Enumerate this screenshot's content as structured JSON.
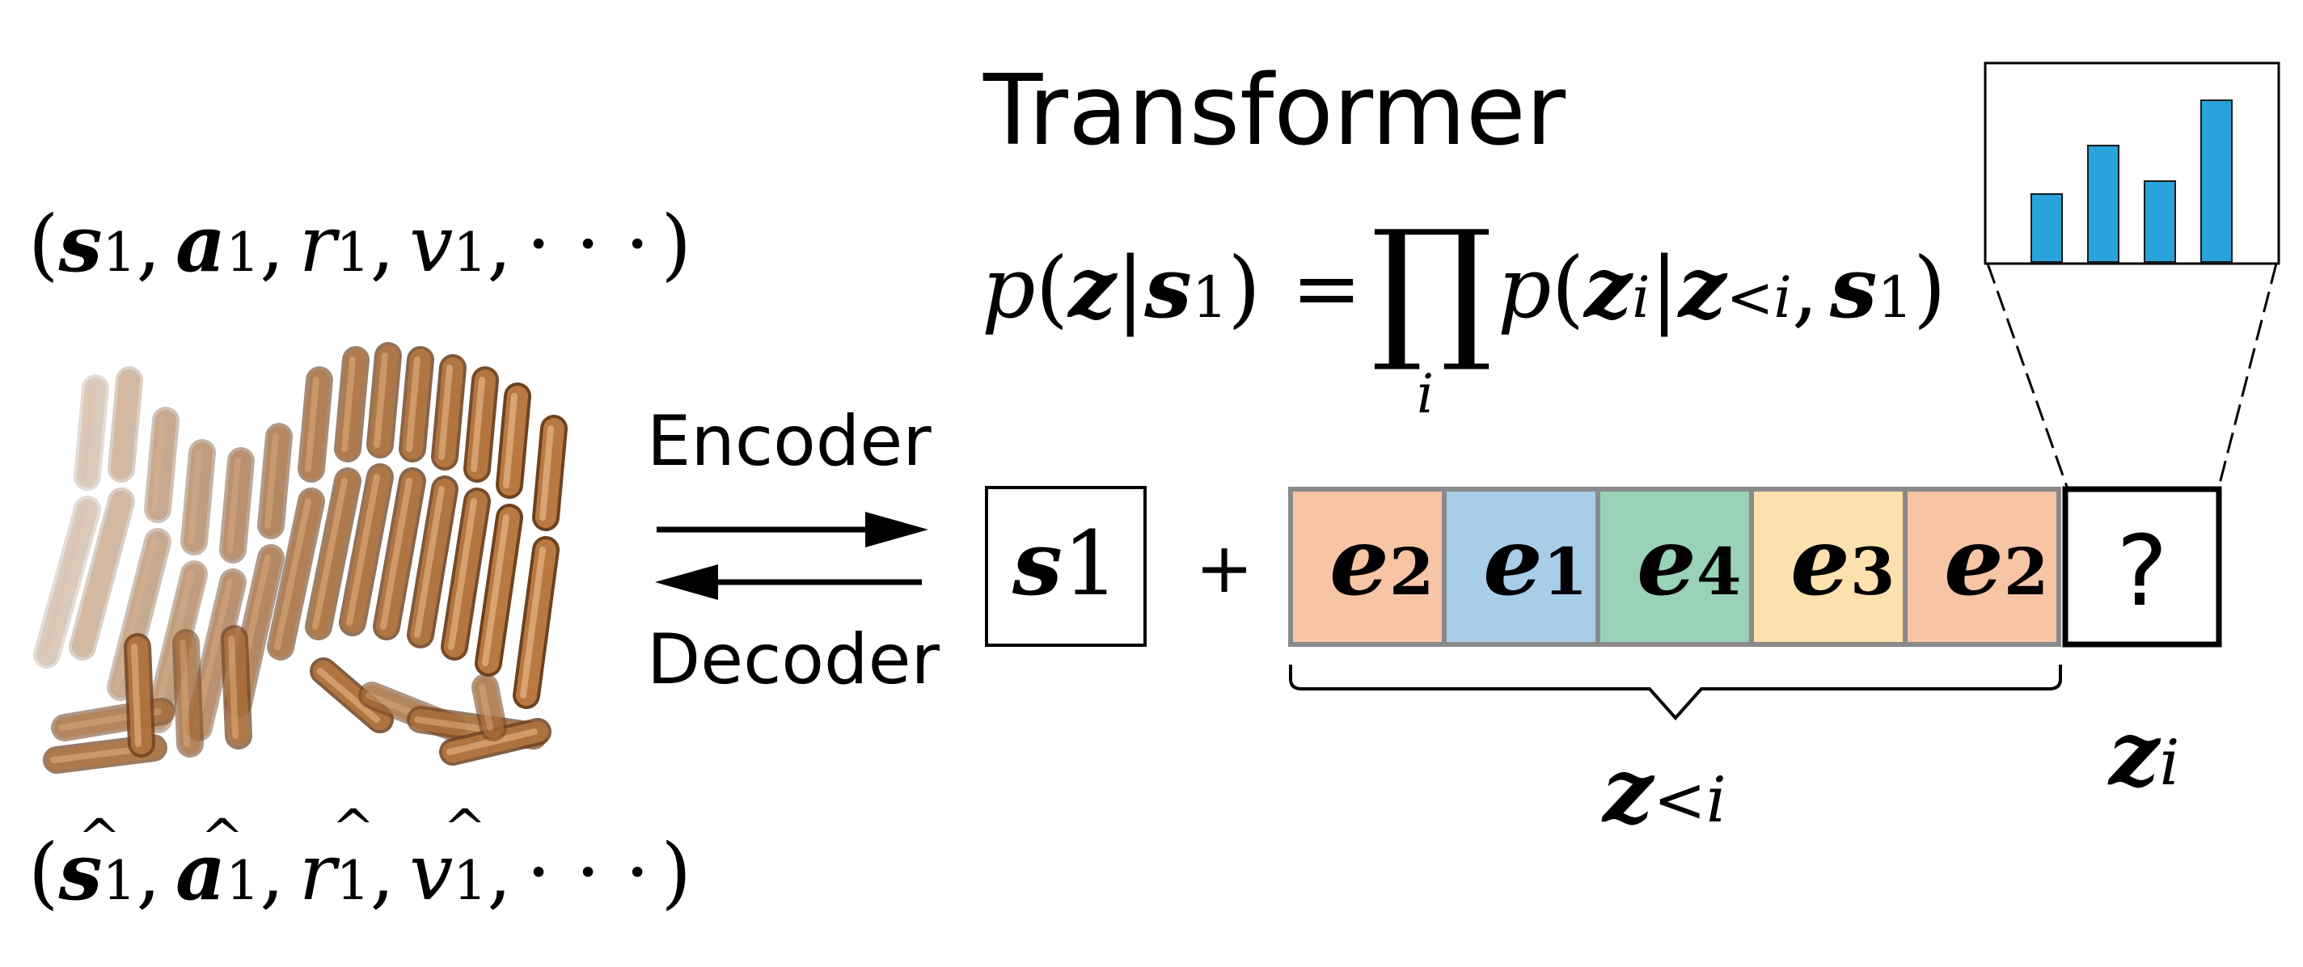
{
  "title": "Transformer",
  "encoder_label": "Encoder",
  "decoder_label": "Decoder",
  "plus_sign": "+",
  "unknown_token": "?",
  "tuple_top": {
    "open": "(",
    "close": ")",
    "items": [
      {
        "sym": "s",
        "bold": true,
        "sub": "1"
      },
      {
        "sym": "a",
        "bold": true,
        "sub": "1"
      },
      {
        "sym": "r",
        "bold": false,
        "sub": "1"
      },
      {
        "sym": "v",
        "bold": false,
        "sub": "1"
      }
    ],
    "sep": ",",
    "ellipsis": "· · ·"
  },
  "tuple_bottom": {
    "open": "(",
    "close": ")",
    "hat": "^",
    "items": [
      {
        "sym": "s",
        "bold": true,
        "sub": "1"
      },
      {
        "sym": "a",
        "bold": true,
        "sub": "1"
      },
      {
        "sym": "r",
        "bold": false,
        "sub": "1"
      },
      {
        "sym": "v",
        "bold": false,
        "sub": "1"
      }
    ],
    "sep": ",",
    "ellipsis": "· · ·"
  },
  "formula": {
    "lhs_p": "p",
    "lparen": "(",
    "rparen": ")",
    "z": "z",
    "bar": "|",
    "s": "s",
    "s_sub": "1",
    "equals": "=",
    "prod": "∏",
    "prod_index": "i",
    "rhs_p": "p",
    "zi_sub": "i",
    "z_lt_sub": "<i",
    "comma": ","
  },
  "state_token": {
    "sym": "s",
    "sub": "1"
  },
  "tokens": [
    {
      "sym": "e",
      "sub": "2",
      "color": "#f7c4a5"
    },
    {
      "sym": "e",
      "sub": "1",
      "color": "#a8cde9"
    },
    {
      "sym": "e",
      "sub": "4",
      "color": "#99d2b6"
    },
    {
      "sym": "e",
      "sub": "3",
      "color": "#fde1ae"
    },
    {
      "sym": "e",
      "sub": "2",
      "color": "#f7c4a5"
    }
  ],
  "z_prev_label": {
    "sym": "z",
    "sub": "<i"
  },
  "z_current_label": {
    "sym": "z",
    "sub": "i"
  },
  "histogram": {
    "bar_color": "#29a3dc",
    "values": [
      0.42,
      0.72,
      0.5,
      1.0
    ]
  },
  "robot_color": "#b87942"
}
